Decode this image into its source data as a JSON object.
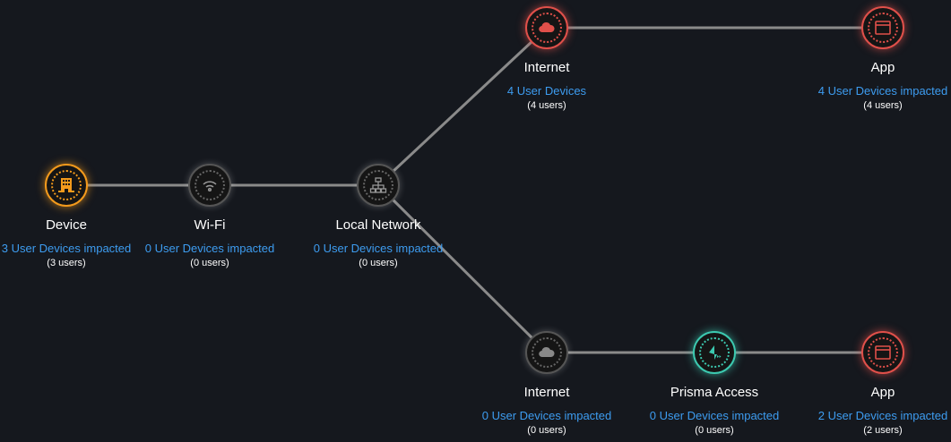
{
  "nodes": [
    {
      "title": "Device",
      "impact": "3 User Devices impacted",
      "users": "(3 users)",
      "icon": "building-icon",
      "status": "orange"
    },
    {
      "title": "Wi-Fi",
      "impact": "0 User Devices impacted",
      "users": "(0 users)",
      "icon": "wifi-icon",
      "status": "neutral"
    },
    {
      "title": "Local Network",
      "impact": "0 User Devices impacted",
      "users": "(0 users)",
      "icon": "network-icon",
      "status": "neutral"
    },
    {
      "title": "Internet",
      "impact": "4 User Devices",
      "users": "(4 users)",
      "icon": "cloud-icon",
      "status": "red"
    },
    {
      "title": "App",
      "impact": "4 User Devices impacted",
      "users": "(4 users)",
      "icon": "app-window-icon",
      "status": "red"
    },
    {
      "title": "Internet",
      "impact": "0 User Devices impacted",
      "users": "(0 users)",
      "icon": "cloud-icon",
      "status": "neutral"
    },
    {
      "title": "Prisma Access",
      "impact": "0 User Devices impacted",
      "users": "(0 users)",
      "icon": "prisma-icon",
      "status": "teal"
    },
    {
      "title": "App",
      "impact": "2 User Devices impacted",
      "users": "(2 users)",
      "icon": "app-window-icon",
      "status": "red"
    }
  ],
  "colors": {
    "orange": "#f39a1c",
    "red": "#e0504a",
    "teal": "#3cc9b0",
    "link": "#3d9cf0",
    "background": "#15181e"
  }
}
